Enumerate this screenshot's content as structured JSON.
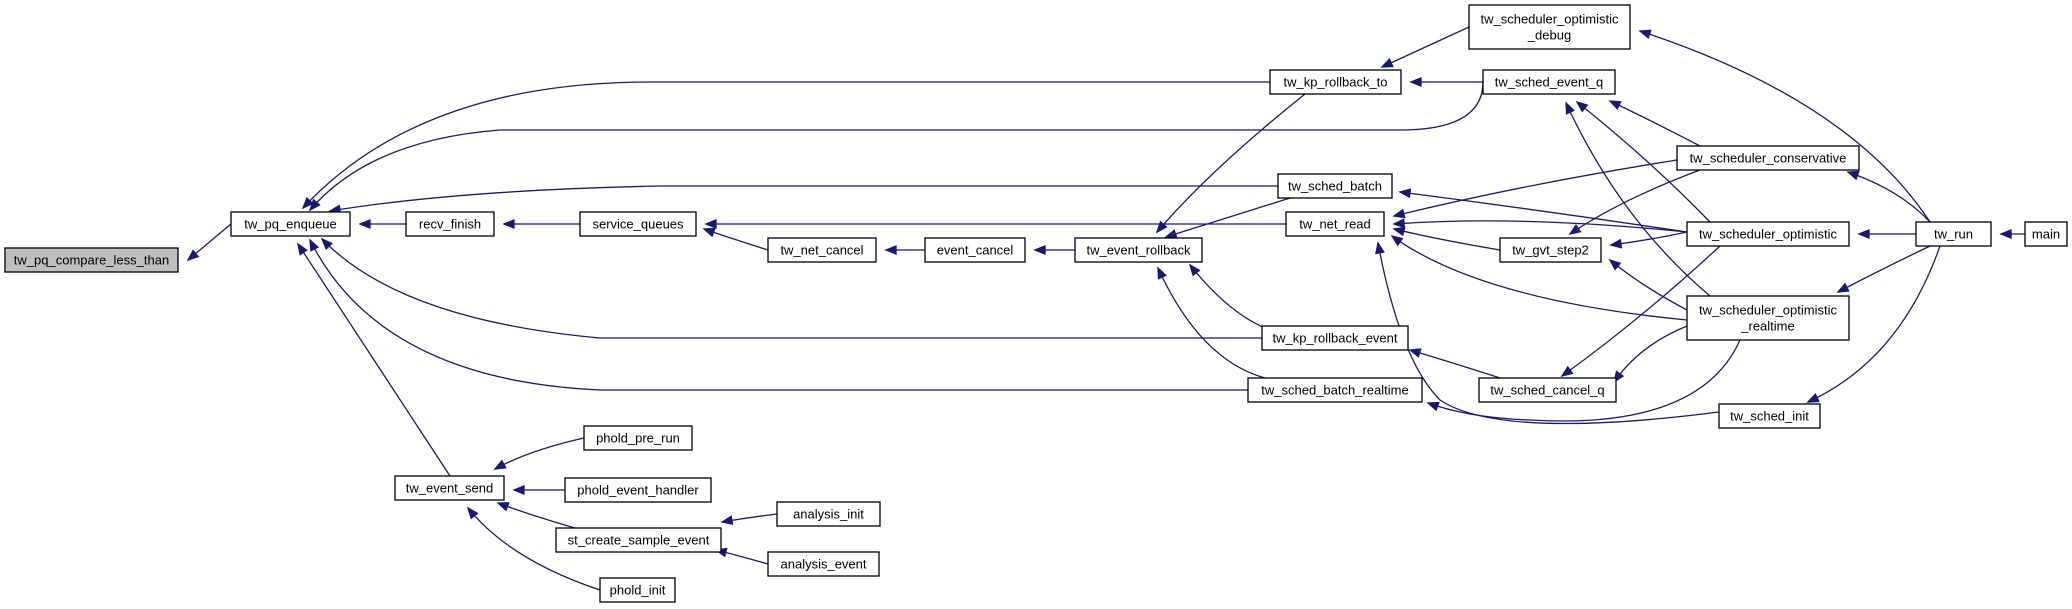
{
  "graph_title": "",
  "arrow_color": "#191970",
  "root_fill": "#bfbfbf",
  "nodes": [
    {
      "id": "pq_less",
      "lines": [
        "tw_pq_compare_less_than"
      ],
      "root": true
    },
    {
      "id": "pq_enqueue",
      "lines": [
        "tw_pq_enqueue"
      ]
    },
    {
      "id": "recv_finish",
      "lines": [
        "recv_finish"
      ]
    },
    {
      "id": "service_queues",
      "lines": [
        "service_queues"
      ]
    },
    {
      "id": "net_cancel",
      "lines": [
        "tw_net_cancel"
      ]
    },
    {
      "id": "event_cancel",
      "lines": [
        "event_cancel"
      ]
    },
    {
      "id": "event_rollback",
      "lines": [
        "tw_event_rollback"
      ]
    },
    {
      "id": "event_send",
      "lines": [
        "tw_event_send"
      ]
    },
    {
      "id": "phold_pre_run",
      "lines": [
        "phold_pre_run"
      ]
    },
    {
      "id": "phold_event_handler",
      "lines": [
        "phold_event_handler"
      ]
    },
    {
      "id": "st_create",
      "lines": [
        "st_create_sample_event"
      ]
    },
    {
      "id": "analysis_init",
      "lines": [
        "analysis_init"
      ]
    },
    {
      "id": "analysis_event",
      "lines": [
        "analysis_event"
      ]
    },
    {
      "id": "phold_init",
      "lines": [
        "phold_init"
      ]
    },
    {
      "id": "kp_rollback_to",
      "lines": [
        "tw_kp_rollback_to"
      ]
    },
    {
      "id": "sched_batch",
      "lines": [
        "tw_sched_batch"
      ]
    },
    {
      "id": "net_read",
      "lines": [
        "tw_net_read"
      ]
    },
    {
      "id": "kp_rollback_event",
      "lines": [
        "tw_kp_rollback_event"
      ]
    },
    {
      "id": "sched_batch_rt",
      "lines": [
        "tw_sched_batch_realtime"
      ]
    },
    {
      "id": "sched_opt_debug",
      "lines": [
        "tw_scheduler_optimistic",
        "_debug"
      ]
    },
    {
      "id": "sched_event_q",
      "lines": [
        "tw_sched_event_q"
      ]
    },
    {
      "id": "gvt_step2",
      "lines": [
        "tw_gvt_step2"
      ]
    },
    {
      "id": "sched_cancel_q",
      "lines": [
        "tw_sched_cancel_q"
      ]
    },
    {
      "id": "sched_conservative",
      "lines": [
        "tw_scheduler_conservative"
      ]
    },
    {
      "id": "sched_optimistic",
      "lines": [
        "tw_scheduler_optimistic"
      ]
    },
    {
      "id": "sched_opt_rt",
      "lines": [
        "tw_scheduler_optimistic",
        "_realtime"
      ]
    },
    {
      "id": "sched_init",
      "lines": [
        "tw_sched_init"
      ]
    },
    {
      "id": "tw_run",
      "lines": [
        "tw_run"
      ]
    },
    {
      "id": "main",
      "lines": [
        "main"
      ]
    }
  ],
  "edges": [
    {
      "from": "pq_enqueue",
      "to": "pq_less"
    },
    {
      "from": "recv_finish",
      "to": "pq_enqueue"
    },
    {
      "from": "service_queues",
      "to": "recv_finish"
    },
    {
      "from": "net_cancel",
      "to": "service_queues"
    },
    {
      "from": "net_read",
      "to": "service_queues"
    },
    {
      "from": "event_cancel",
      "to": "net_cancel"
    },
    {
      "from": "event_rollback",
      "to": "event_cancel"
    },
    {
      "from": "kp_rollback_to",
      "to": "event_rollback"
    },
    {
      "from": "sched_batch",
      "to": "event_rollback"
    },
    {
      "from": "kp_rollback_event",
      "to": "event_rollback"
    },
    {
      "from": "sched_batch_rt",
      "to": "event_rollback"
    },
    {
      "from": "kp_rollback_to",
      "to": "pq_enqueue"
    },
    {
      "from": "sched_event_q",
      "to": "pq_enqueue"
    },
    {
      "from": "sched_batch",
      "to": "pq_enqueue"
    },
    {
      "from": "kp_rollback_event",
      "to": "pq_enqueue"
    },
    {
      "from": "sched_batch_rt",
      "to": "pq_enqueue"
    },
    {
      "from": "event_send",
      "to": "pq_enqueue"
    },
    {
      "from": "phold_pre_run",
      "to": "event_send"
    },
    {
      "from": "phold_event_handler",
      "to": "event_send"
    },
    {
      "from": "st_create",
      "to": "event_send"
    },
    {
      "from": "phold_init",
      "to": "event_send"
    },
    {
      "from": "analysis_init",
      "to": "st_create"
    },
    {
      "from": "analysis_event",
      "to": "st_create"
    },
    {
      "from": "sched_opt_debug",
      "to": "kp_rollback_to"
    },
    {
      "from": "sched_event_q",
      "to": "kp_rollback_to"
    },
    {
      "from": "sched_conservative",
      "to": "sched_event_q"
    },
    {
      "from": "sched_optimistic",
      "to": "sched_event_q"
    },
    {
      "from": "sched_opt_rt",
      "to": "sched_event_q"
    },
    {
      "from": "sched_optimistic",
      "to": "sched_batch"
    },
    {
      "from": "sched_conservative",
      "to": "net_read"
    },
    {
      "from": "sched_optimistic",
      "to": "net_read"
    },
    {
      "from": "gvt_step2",
      "to": "net_read"
    },
    {
      "from": "sched_opt_rt",
      "to": "net_read"
    },
    {
      "from": "sched_init",
      "to": "net_read"
    },
    {
      "from": "sched_cancel_q",
      "to": "kp_rollback_event"
    },
    {
      "from": "sched_opt_rt",
      "to": "sched_batch_rt"
    },
    {
      "from": "sched_conservative",
      "to": "gvt_step2"
    },
    {
      "from": "sched_optimistic",
      "to": "gvt_step2"
    },
    {
      "from": "sched_opt_rt",
      "to": "gvt_step2"
    },
    {
      "from": "sched_optimistic",
      "to": "sched_cancel_q"
    },
    {
      "from": "sched_opt_rt",
      "to": "sched_cancel_q"
    },
    {
      "from": "tw_run",
      "to": "sched_opt_debug"
    },
    {
      "from": "tw_run",
      "to": "sched_conservative"
    },
    {
      "from": "tw_run",
      "to": "sched_optimistic"
    },
    {
      "from": "tw_run",
      "to": "sched_opt_rt"
    },
    {
      "from": "tw_run",
      "to": "sched_init"
    },
    {
      "from": "main",
      "to": "tw_run"
    }
  ]
}
